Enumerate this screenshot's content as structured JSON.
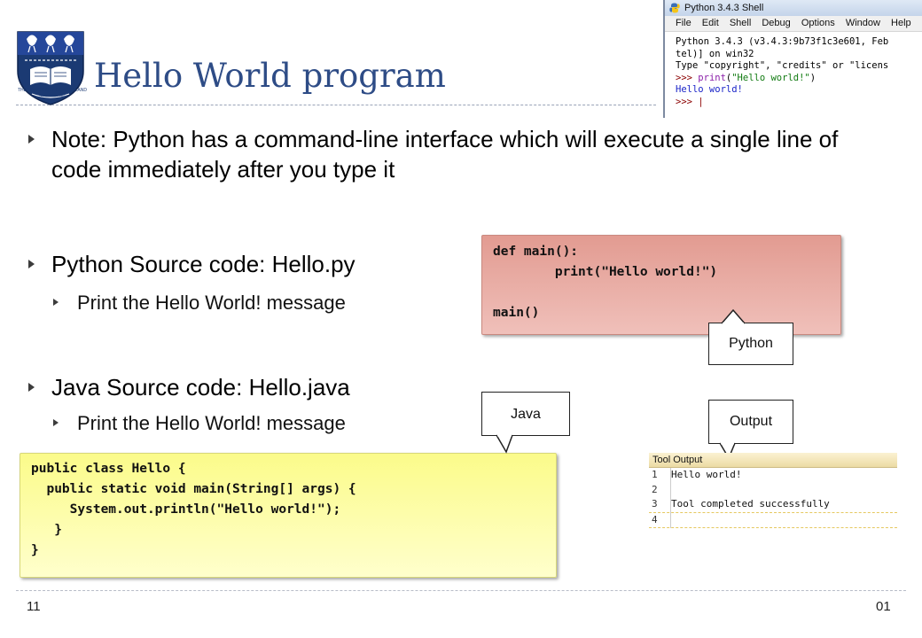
{
  "slide": {
    "title": "Hello World program",
    "logo_caption": "THE UNIVERSITY OF AUCKLAND",
    "logo_subcaption": "NEW ZEALAND",
    "page_number": "11",
    "page_label": "01"
  },
  "bullets": [
    {
      "text": "Note: Python has a command-line interface which will execute a single line of code immediately after you type it"
    },
    {
      "text": "Python Source code: Hello.py",
      "sub": "Print the Hello World! message"
    },
    {
      "text": "Java Source code: Hello.java",
      "sub": "Print the Hello World! message"
    }
  ],
  "python_code": "def main():\n        print(\"Hello world!\")\n\nmain()",
  "java_code": "public class Hello {\n  public static void main(String[] args) {\n     System.out.println(\"Hello world!\");\n   }\n}",
  "callouts": {
    "python": "Python",
    "java": "Java",
    "output": "Output"
  },
  "shell": {
    "title": "Python 3.4.3 Shell",
    "menu": [
      "File",
      "Edit",
      "Shell",
      "Debug",
      "Options",
      "Window",
      "Help"
    ],
    "line1": "Python 3.4.3 (v3.4.3:9b73f1c3e601, Feb",
    "line2": "tel)] on win32",
    "line3": "Type \"copyright\", \"credits\" or \"licens",
    "prompt": ">>> ",
    "cmd_func": "print",
    "cmd_open": "(",
    "cmd_str": "\"Hello world!\"",
    "cmd_close": ")",
    "output": "Hello world!",
    "prompt2": ">>> |"
  },
  "tool_output": {
    "header": "Tool Output",
    "lines": [
      {
        "num": "1",
        "text": "Hello world!"
      },
      {
        "num": "2",
        "text": ""
      },
      {
        "num": "3",
        "text": "Tool completed successfully"
      },
      {
        "num": "4",
        "text": ""
      }
    ]
  }
}
